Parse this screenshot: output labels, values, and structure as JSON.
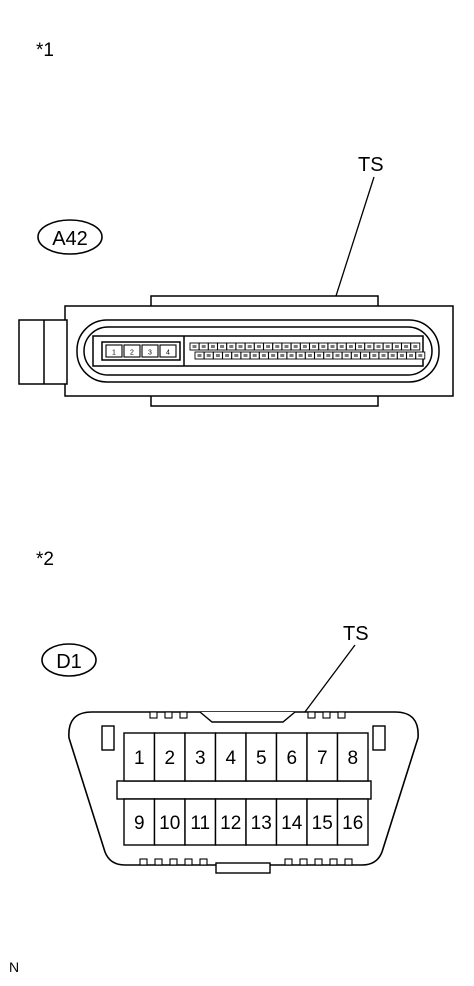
{
  "figure1": {
    "label": "*1",
    "connector_id": "A42",
    "callout": "TS",
    "small_pins": [
      "1",
      "2",
      "3",
      "4"
    ]
  },
  "figure2": {
    "label": "*2",
    "connector_id": "D1",
    "callout": "TS",
    "top_row": [
      "1",
      "2",
      "3",
      "4",
      "5",
      "6",
      "7",
      "8"
    ],
    "bottom_row": [
      "9",
      "10",
      "11",
      "12",
      "13",
      "14",
      "15",
      "16"
    ]
  },
  "footer_code": "N"
}
